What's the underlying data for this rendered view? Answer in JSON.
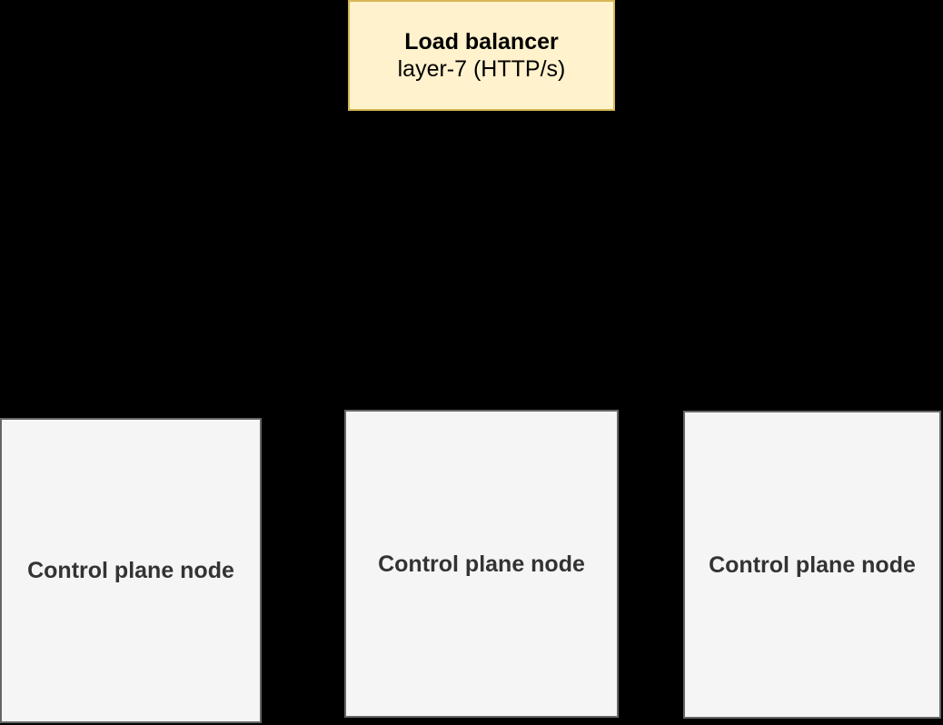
{
  "diagram": {
    "background_color": "#000000",
    "load_balancer": {
      "title": "Load balancer",
      "subtitle": "layer-7 (HTTP/s)",
      "fill_color": "#FFF2CC",
      "border_color": "#D6B656",
      "text_color": "#000000"
    },
    "control_plane_nodes": [
      {
        "label": "Control plane node"
      },
      {
        "label": "Control plane node"
      },
      {
        "label": "Control plane node"
      }
    ],
    "control_plane_style": {
      "fill_color": "#F5F5F5",
      "border_color": "#666666",
      "text_color": "#333333"
    }
  }
}
